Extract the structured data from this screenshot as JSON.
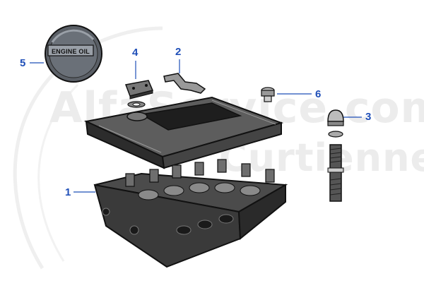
{
  "watermark": {
    "line1": "AlfaService.com",
    "line2": "Curtienne"
  },
  "oil_cap": {
    "label": "ENGINE OIL"
  },
  "callouts": {
    "c1": "1",
    "c2": "2",
    "c3": "3",
    "c4": "4",
    "c5": "5",
    "c6": "6"
  },
  "colors": {
    "callout": "#1f4fb8",
    "ink": "#111111",
    "watermark": "#ececec"
  }
}
